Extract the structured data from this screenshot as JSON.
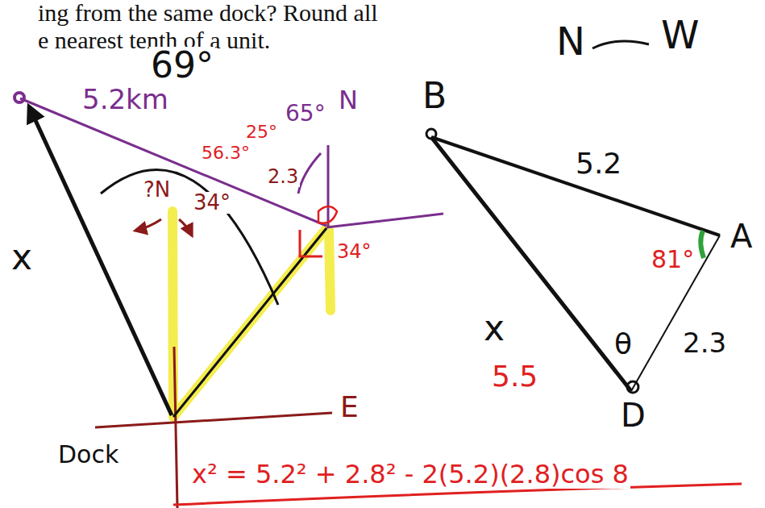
{
  "diagram": {
    "labels": [
      "ing from the same dock? Round all",
      "e nearest tenth of a unit.",
      "5.2km",
      "65°",
      "N",
      "25°",
      "56.3°",
      "2.3",
      "34°",
      "69°",
      "?N",
      "34°",
      "x",
      "Dock",
      "E",
      "B",
      "5.2",
      "A",
      "81°",
      "x",
      "5.5",
      "θ",
      "2.3",
      "D",
      "N",
      "W",
      "x² = 5.2² + 2.8² - 2(5.2)(2.8)cos 8"
    ]
  }
}
